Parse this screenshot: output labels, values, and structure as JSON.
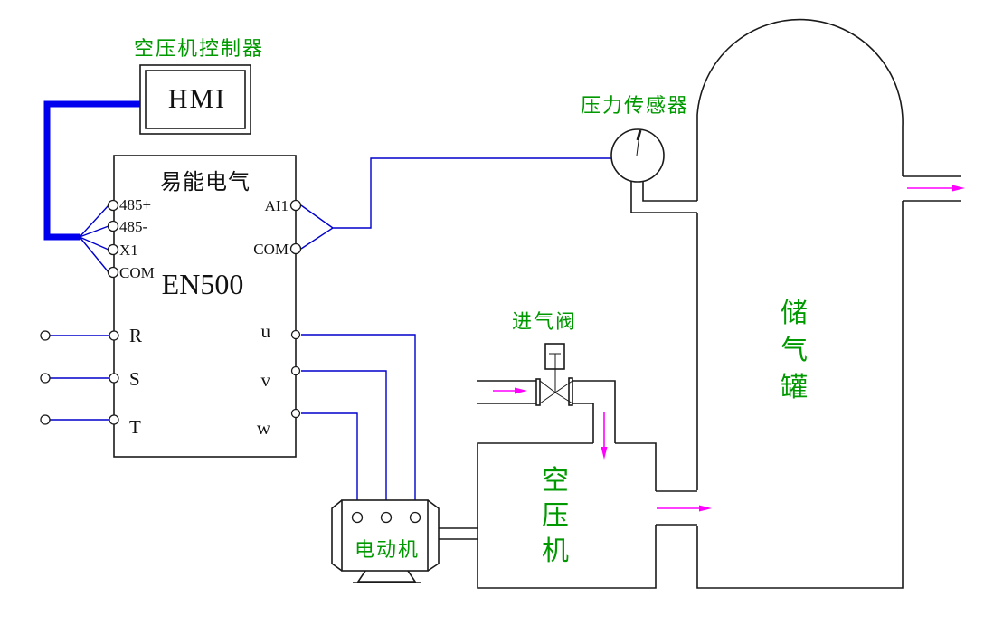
{
  "diagram": {
    "controller_title": "空压机控制器",
    "hmi_label": "HMI",
    "inverter": {
      "brand": "易能电气",
      "model": "EN500",
      "comm_terminals": [
        "485+",
        "485-",
        "X1",
        "COM"
      ],
      "analog_terminals": [
        "AI1",
        "COM"
      ],
      "power_input_terminals": [
        "R",
        "S",
        "T"
      ],
      "power_output_terminals": [
        "u",
        "v",
        "w"
      ]
    },
    "pressure_sensor_label": "压力传感器",
    "intake_valve_label": "进气阀",
    "motor_label": "电动机",
    "compressor_label_chars": [
      "空",
      "压",
      "机"
    ],
    "tank_label_chars": [
      "储",
      "气",
      "罐"
    ]
  },
  "colors": {
    "label_green": "#009900",
    "wire_blue": "#0000cc",
    "comm_cable_blue": "#0000ee",
    "flow_magenta": "#ff00ff",
    "line_black": "#1a1a1a",
    "background": "#ffffff"
  }
}
